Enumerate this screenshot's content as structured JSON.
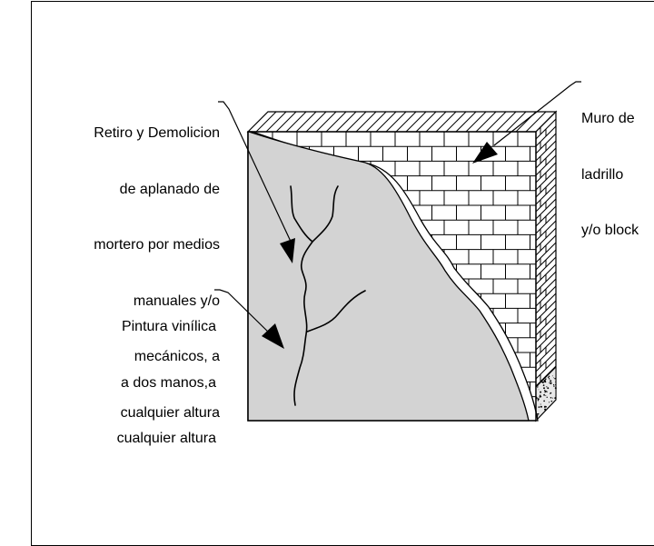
{
  "diagram": {
    "labels": {
      "demolicion": [
        "Retiro y Demolicion",
        "de aplanado de",
        "mortero por medios",
        "manuales y/o",
        "mecánicos, a",
        "cualquier altura"
      ],
      "pintura": [
        "Pintura vinílica",
        "a dos manos,a",
        "cualquier altura"
      ],
      "muro": [
        "Muro de",
        "ladrillo",
        "y/o block"
      ]
    },
    "colors": {
      "plaster": "#d3d3d3",
      "line": "#000000",
      "background": "#ffffff"
    }
  }
}
